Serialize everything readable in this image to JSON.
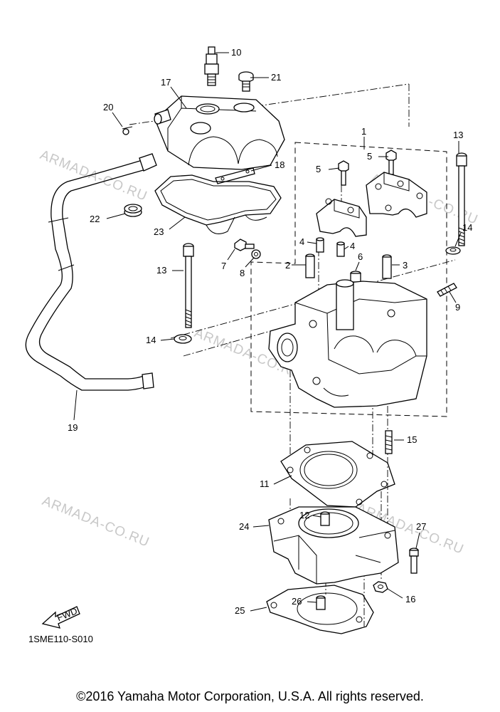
{
  "watermark": "ARMADA-CO.RU",
  "callouts": [
    "1",
    "2",
    "3",
    "4",
    "4",
    "5",
    "5",
    "6",
    "7",
    "8",
    "9",
    "10",
    "11",
    "12",
    "13",
    "13",
    "14",
    "14",
    "15",
    "16",
    "17",
    "18",
    "19",
    "20",
    "21",
    "22",
    "23",
    "24",
    "25",
    "26",
    "27"
  ],
  "fwd_label": "FWD",
  "diagram_code": "1SME110-S010",
  "copyright": "©2016 Yamaha Motor Corporation, U.S.A. All rights reserved."
}
